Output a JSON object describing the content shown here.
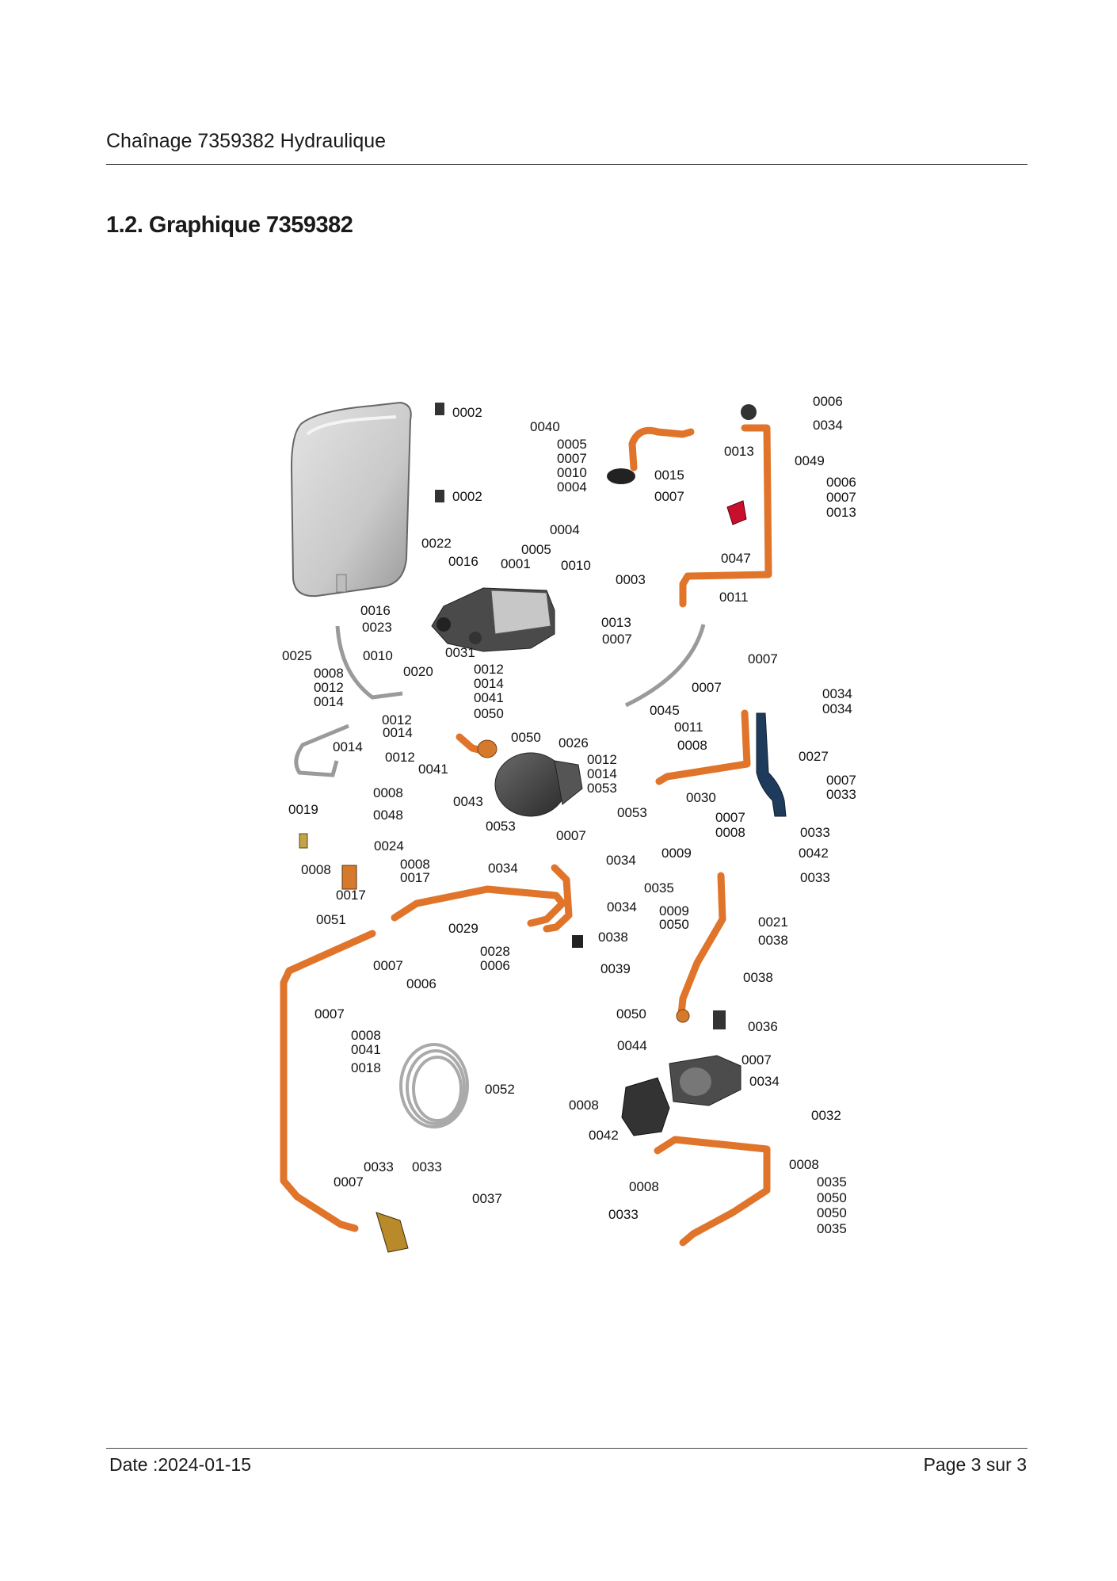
{
  "header": {
    "title": "Chaînage 7359382 Hydraulique"
  },
  "section": {
    "title": "1.2. Graphique 7359382"
  },
  "footer": {
    "date": "Date :2024-01-15",
    "page": "Page 3 sur  3"
  },
  "diagram": {
    "callouts": [
      "0002",
      "0002",
      "0040",
      "0005",
      "0007",
      "0010",
      "0004",
      "0015",
      "0007",
      "0006",
      "0034",
      "0013",
      "0049",
      "0006",
      "0007",
      "0013",
      "0022",
      "0016",
      "0001",
      "0004",
      "0005",
      "0010",
      "0003",
      "0047",
      "0011",
      "0016",
      "0023",
      "0013",
      "0007",
      "0025",
      "0008",
      "0012",
      "0014",
      "0010",
      "0020",
      "0031",
      "0012",
      "0014",
      "0041",
      "0050",
      "0012",
      "0014",
      "0014",
      "0050",
      "0012",
      "0041",
      "0026",
      "0012",
      "0014",
      "0053",
      "0045",
      "0011",
      "0007",
      "0007",
      "0034",
      "0034",
      "0008",
      "0027",
      "0007",
      "0033",
      "0008",
      "0048",
      "0019",
      "0043",
      "0053",
      "0053",
      "0030",
      "0007",
      "0008",
      "0033",
      "0042",
      "0033",
      "0024",
      "0008",
      "0017",
      "0008",
      "0007",
      "0034",
      "0034",
      "0009",
      "0017",
      "0051",
      "0029",
      "0034",
      "0035",
      "0009",
      "0050",
      "0021",
      "0038",
      "0007",
      "0006",
      "0038",
      "0038",
      "0039",
      "0028",
      "0006",
      "0007",
      "0008",
      "0041",
      "0018",
      "0050",
      "0036",
      "0044",
      "0007",
      "0052",
      "0034",
      "0008",
      "0032",
      "0042",
      "0033",
      "0033",
      "0037",
      "0007",
      "0008",
      "0035",
      "0050",
      "0050",
      "0035",
      "0008",
      "0033"
    ]
  }
}
